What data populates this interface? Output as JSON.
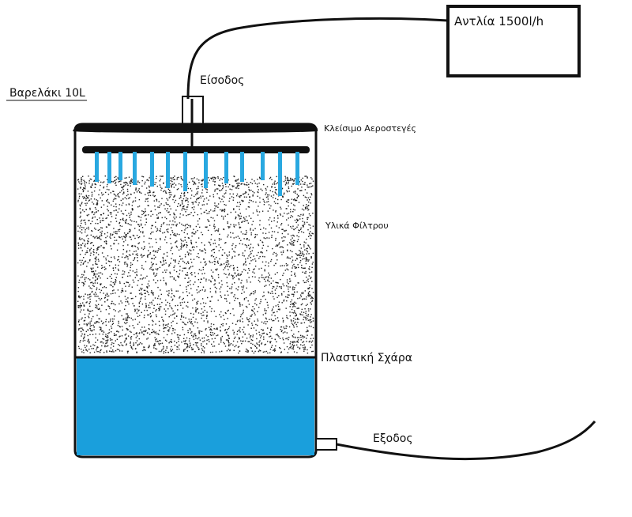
{
  "labels": {
    "barrel": "Βαρελάκι 10L",
    "pump": "Αντλία 1500l/h",
    "inlet": "Είσοδος",
    "lid": "Κλείσιμο Αεροστεγές",
    "media": "Υλικά Φίλτρου",
    "grate": "Πλαστική Σχάρα",
    "outlet": "Εξοδος"
  },
  "colors": {
    "water": "#1a9fdc",
    "spray": "#29a8e0",
    "outline": "#111111",
    "media": "#222222"
  },
  "icons": {
    "pump": "pump-box",
    "sprayer": "spray-bar"
  }
}
